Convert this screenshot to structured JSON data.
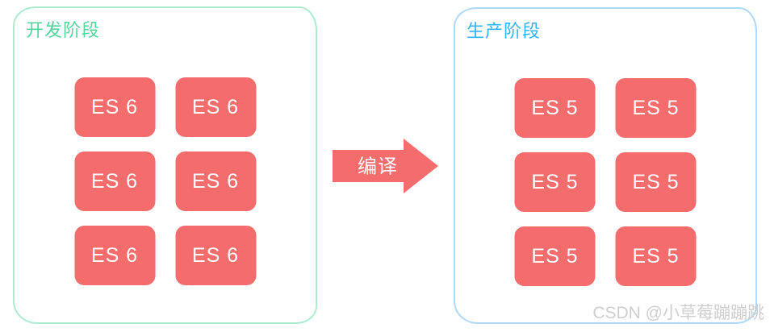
{
  "panels": [
    {
      "title": "开发阶段",
      "title_color": "#53d79d",
      "border_color": "#abeccf",
      "boxes": [
        "ES 6",
        "ES 6",
        "ES 6",
        "ES 6",
        "ES 6",
        "ES 6"
      ]
    },
    {
      "title": "生产阶段",
      "title_color": "#2fb5f6",
      "border_color": "#aed9f7",
      "boxes": [
        "ES 5",
        "ES 5",
        "ES 5",
        "ES 5",
        "ES 5",
        "ES 5"
      ]
    }
  ],
  "arrow": {
    "label": "编译",
    "color": "#f56c6c"
  },
  "module_box": {
    "bg_color": "#f56c6c",
    "text_color": "#ffffff"
  },
  "watermark": "CSDN @小草莓蹦蹦跳"
}
